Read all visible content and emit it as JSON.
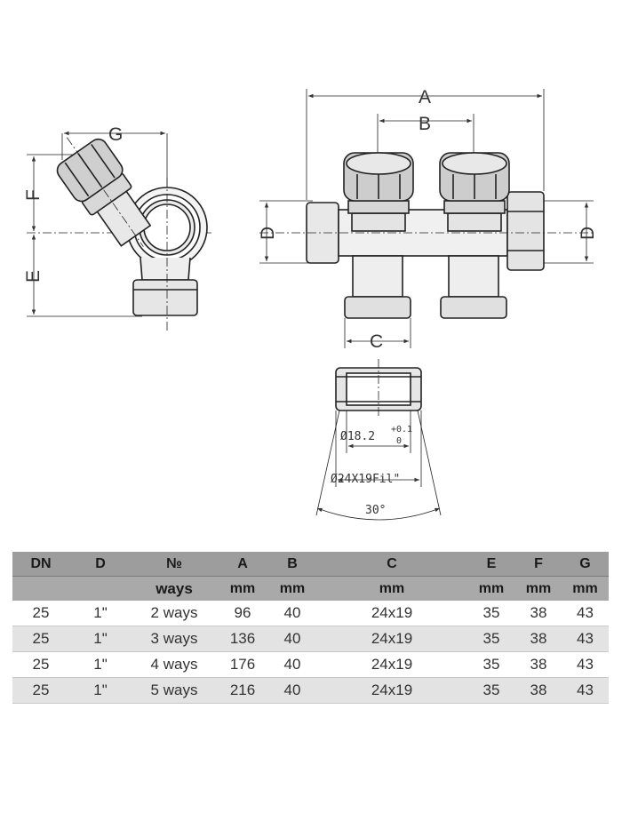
{
  "dimensions": {
    "A": "A",
    "B": "B",
    "C": "C",
    "D": "D",
    "E": "E",
    "F": "F",
    "G": "G",
    "bore": "Ø18.2",
    "bore_tol_upper": "+0.1",
    "bore_tol_lower": "0",
    "thread": "Ø24X19Fil\"",
    "angle": "30°"
  },
  "table": {
    "headers_row1": [
      "DN",
      "D",
      "№",
      "A",
      "B",
      "C",
      "E",
      "F",
      "G"
    ],
    "headers_row2": [
      "",
      "",
      "ways",
      "mm",
      "mm",
      "mm",
      "mm",
      "mm",
      "mm"
    ],
    "rows": [
      [
        "25",
        "1\"",
        "2 ways",
        "96",
        "40",
        "24x19",
        "35",
        "38",
        "43"
      ],
      [
        "25",
        "1\"",
        "3 ways",
        "136",
        "40",
        "24x19",
        "35",
        "38",
        "43"
      ],
      [
        "25",
        "1\"",
        "4 ways",
        "176",
        "40",
        "24x19",
        "35",
        "38",
        "43"
      ],
      [
        "25",
        "1\"",
        "5 ways",
        "216",
        "40",
        "24x19",
        "35",
        "38",
        "43"
      ]
    ]
  },
  "colors": {
    "header": "#9d9d9d",
    "shade_row": "#e3e3e3",
    "line": "#222222"
  }
}
